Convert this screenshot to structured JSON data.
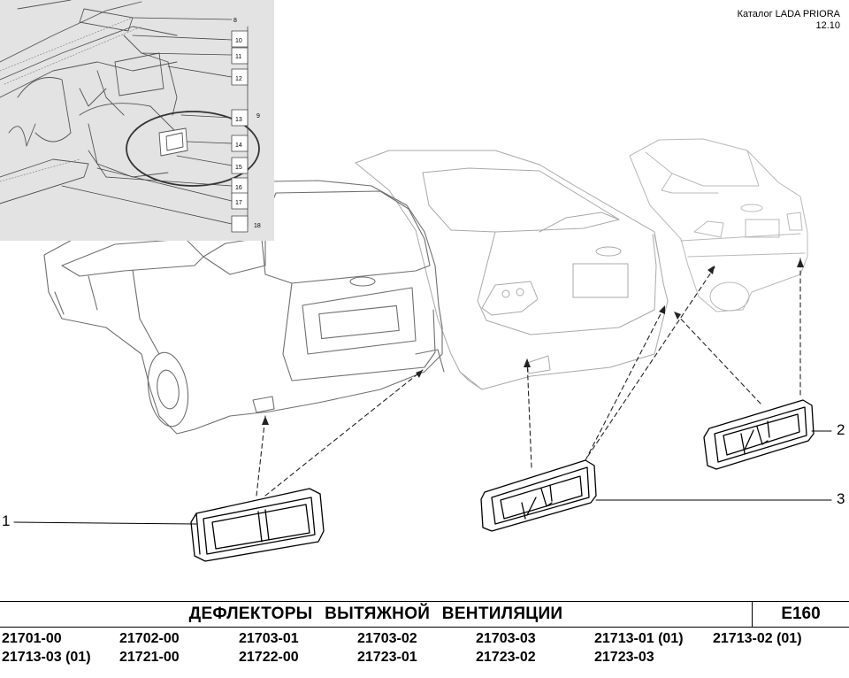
{
  "header": {
    "catalog": "Каталог  LADA  PRIORA",
    "date": "12.10"
  },
  "callouts": [
    "1",
    "2",
    "3"
  ],
  "inset": {
    "numbers": [
      "8",
      "10",
      "11",
      "12",
      "9",
      "13",
      "14",
      "15",
      "16",
      "17",
      "18"
    ]
  },
  "title": {
    "text": "ДЕФЛЕКТОРЫ  ВЫТЯЖНОЙ  ВЕНТИЛЯЦИИ",
    "code": "Е160"
  },
  "models": {
    "row1": [
      "21701-00",
      "21702-00",
      "21703-01",
      "21703-02",
      "21703-03",
      "21713-01 (01)",
      "21713-02 (01)"
    ],
    "row2": [
      "21713-03 (01)",
      "21721-00",
      "21722-00",
      "21723-01",
      "21723-02",
      "21723-03"
    ]
  }
}
